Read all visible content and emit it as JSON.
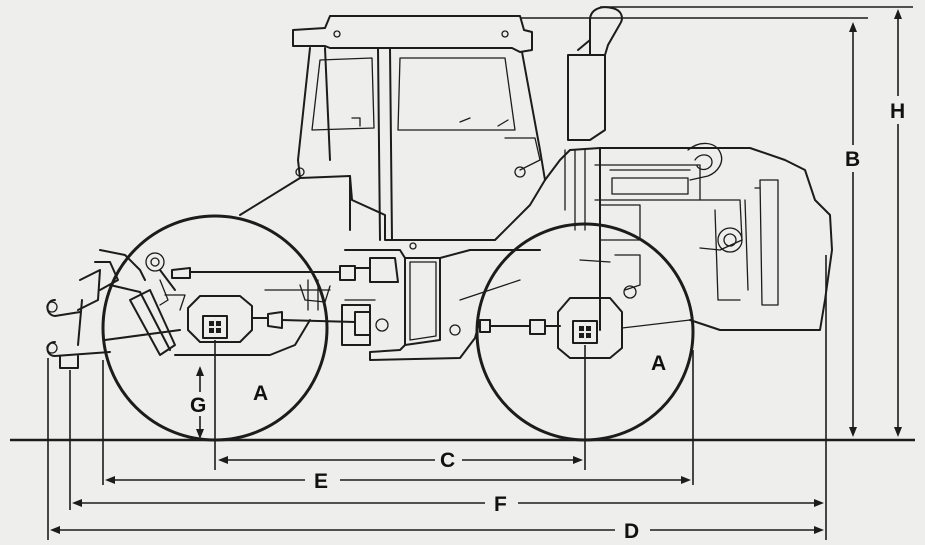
{
  "labels": {
    "wheel_rear": "A",
    "wheel_front": "A",
    "height_body": "B",
    "wheelbase": "C",
    "overall_length": "D",
    "length_e": "E",
    "length_f": "F",
    "ground_clearance": "G",
    "overall_height": "H"
  }
}
